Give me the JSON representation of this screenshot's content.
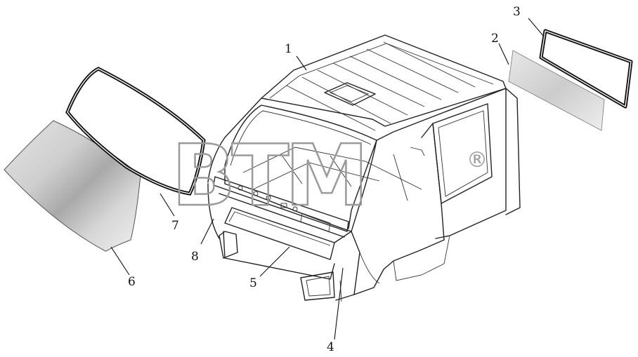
{
  "watermark": {
    "text": "BTM",
    "mark": "®"
  },
  "callouts": [
    {
      "id": "1",
      "label": "1"
    },
    {
      "id": "2",
      "label": "2"
    },
    {
      "id": "3",
      "label": "3"
    },
    {
      "id": "4",
      "label": "4"
    },
    {
      "id": "5",
      "label": "5"
    },
    {
      "id": "6",
      "label": "6"
    },
    {
      "id": "7",
      "label": "7"
    },
    {
      "id": "8",
      "label": "8"
    }
  ]
}
